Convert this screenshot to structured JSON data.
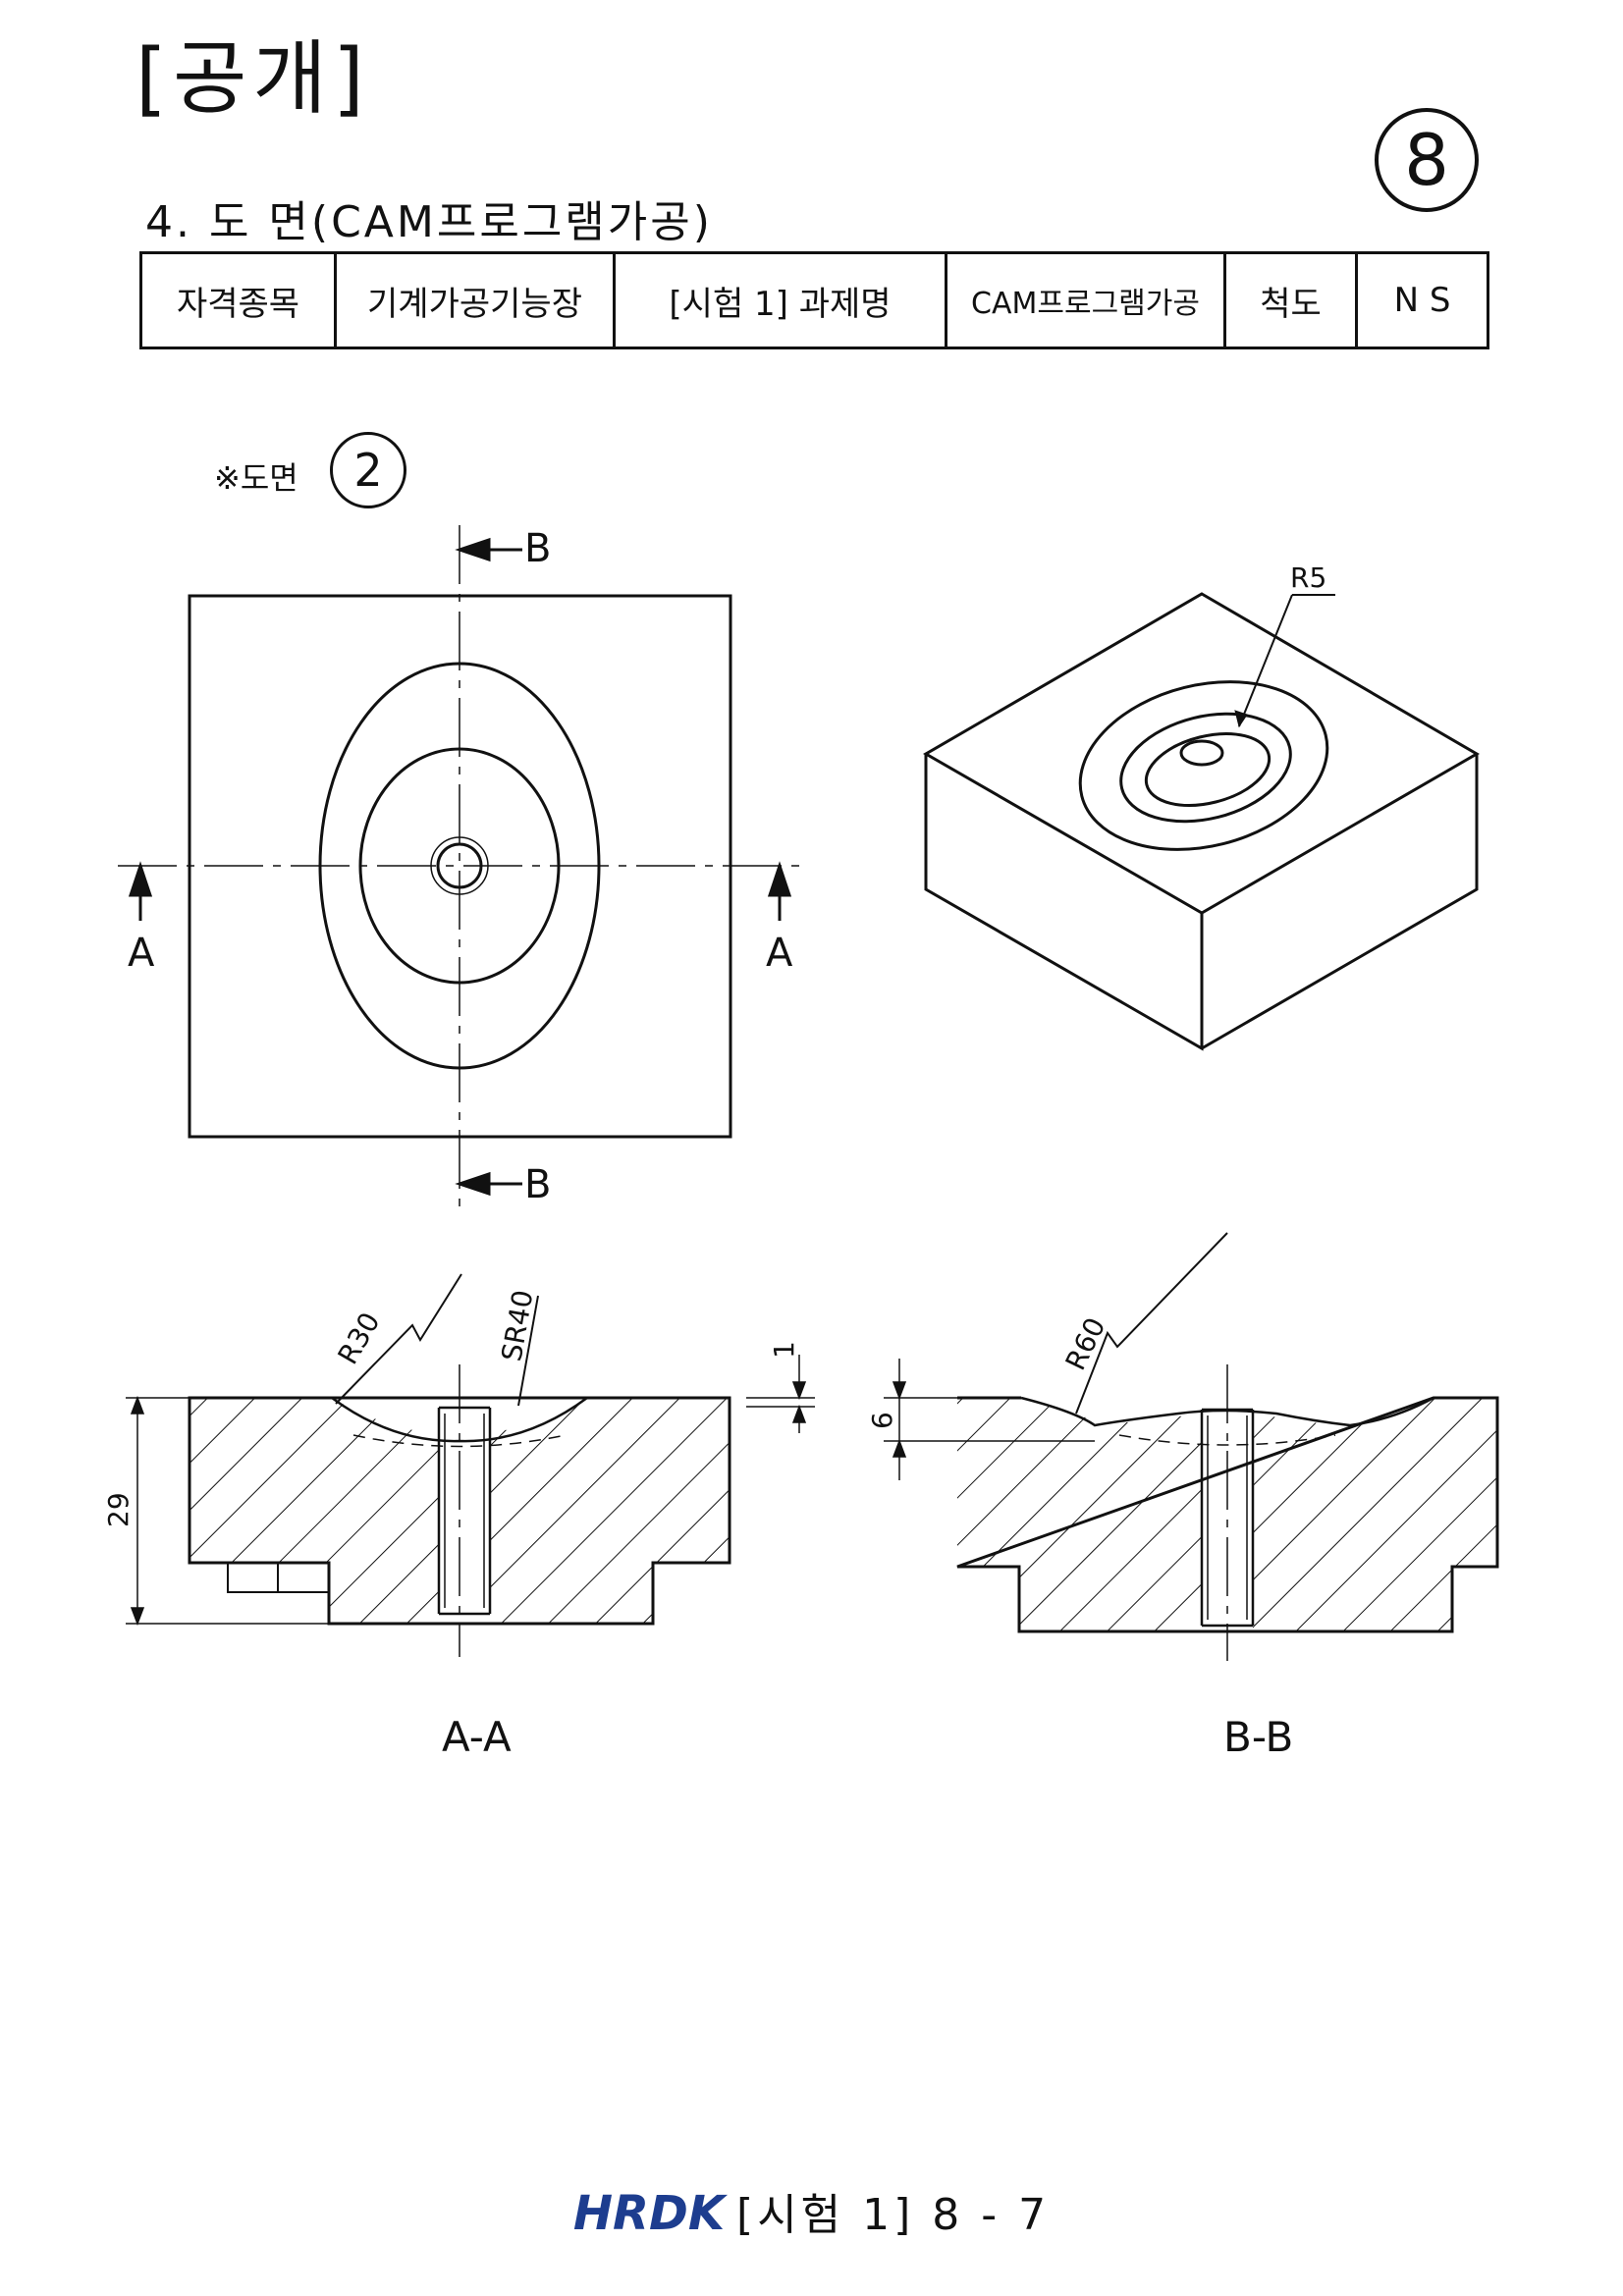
{
  "header": {
    "title": "[공개]",
    "badge": "8",
    "subtitle": "4. 도 면(CAM프로그램가공)"
  },
  "info_table": {
    "cells": [
      "자격종목",
      "기계가공기능장",
      "[시험 1] 과제명",
      "CAM프로그램가공",
      "척도",
      "N S"
    ]
  },
  "sheet": {
    "note": "※도면",
    "number": "2"
  },
  "drawing": {
    "section_markers": {
      "a": "A",
      "b": "B"
    },
    "isometric_labels": [
      "R5"
    ],
    "section_aa": {
      "caption": "A-A",
      "radius_labels": [
        "R30",
        "SR40"
      ],
      "dimensions": {
        "depth": "1",
        "height": "29"
      }
    },
    "section_bb": {
      "caption": "B-B",
      "radius_labels": [
        "R60"
      ],
      "dimensions": {
        "depth": "6"
      }
    }
  },
  "footer": {
    "logo": "HRDK",
    "text": "[시험 1] 8 - 7"
  },
  "colors": {
    "line": "#111111",
    "logo": "#1d3d8f"
  }
}
